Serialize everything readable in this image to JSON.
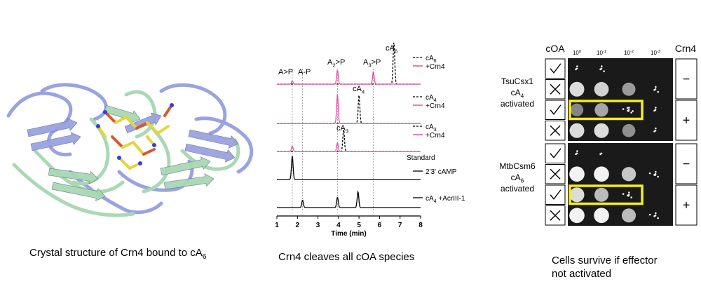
{
  "panel_a": {
    "caption_pre": "Crystal structure of Crn4 bound to cA",
    "caption_sub": "6",
    "colors": {
      "chain_a": "#9aa3e0",
      "chain_b": "#a9d9b3",
      "ligand_carbon": "#e5d43c",
      "ligand_o": "#d8572a",
      "ligand_n": "#3a3ae0"
    }
  },
  "panel_b": {
    "caption": "Crn4 cleaves all cOA species",
    "xlabel": "Time (min)",
    "xticks": [
      "1",
      "2",
      "3",
      "4",
      "5",
      "6",
      "7",
      "8"
    ],
    "peak_labels": [
      {
        "pre": "A>P",
        "sub": ""
      },
      {
        "pre": "A-P",
        "sub": ""
      },
      {
        "pre": "A",
        "sub": "2",
        "post": ">P"
      },
      {
        "pre": "A",
        "sub": "3",
        "post": ">P"
      },
      {
        "pre": "cA",
        "sub": "6",
        "post": ""
      },
      {
        "pre": "cA",
        "sub": "4",
        "post": ""
      },
      {
        "pre": "cA",
        "sub": "3",
        "post": ""
      }
    ],
    "standard_label": "Standard",
    "legends": [
      {
        "pre": "cA",
        "sub": "6",
        "second": "+Crn4"
      },
      {
        "pre": "cA",
        "sub": "4",
        "second": "+Crn4"
      },
      {
        "pre": "cA",
        "sub": "3",
        "second": "+Crn4"
      }
    ],
    "std_legends": [
      {
        "pre": "2'3' cAMP",
        "sub": "",
        "post": ""
      },
      {
        "pre": "cA",
        "sub": "4",
        "post": " +AcrIII-1"
      }
    ],
    "chart_data": {
      "type": "line",
      "xlabel": "Time (min)",
      "xlim": [
        1,
        8
      ],
      "series": [
        {
          "name": "cA6",
          "style": "dashed",
          "color": "#000000",
          "peaks": [
            [
              6.7,
              1.0
            ]
          ]
        },
        {
          "name": "+Crn4",
          "style": "solid",
          "color": "#e0559a",
          "peaks": [
            [
              1.75,
              0.08
            ],
            [
              3.95,
              0.33
            ],
            [
              5.7,
              0.3
            ]
          ]
        },
        {
          "name": "cA4",
          "style": "dashed",
          "color": "#000000",
          "peaks": [
            [
              5.0,
              0.75
            ]
          ]
        },
        {
          "name": "+Crn4",
          "style": "solid",
          "color": "#e0559a",
          "peaks": [
            [
              3.95,
              0.75
            ]
          ]
        },
        {
          "name": "cA3",
          "style": "dashed",
          "color": "#000000",
          "peaks": [
            [
              4.25,
              0.7
            ]
          ]
        },
        {
          "name": "+Crn4",
          "style": "solid",
          "color": "#e0559a",
          "peaks": [
            [
              1.75,
              0.17
            ],
            [
              3.95,
              0.27
            ]
          ]
        },
        {
          "name": "2'3' cAMP",
          "style": "solid",
          "color": "#000000",
          "peaks": [
            [
              1.75,
              0.85
            ]
          ]
        },
        {
          "name": "cA4 +AcrIII-1",
          "style": "solid",
          "color": "#000000",
          "peaks": [
            [
              2.25,
              0.3
            ],
            [
              3.95,
              0.42
            ],
            [
              4.95,
              0.65
            ]
          ]
        }
      ]
    }
  },
  "panel_c": {
    "caption_line1": "Cells survive if effector",
    "caption_line2": "not activated",
    "coa_header": "cOA",
    "crn4_header": "Crn4",
    "dilutions": [
      {
        "base": "10",
        "exp": "0"
      },
      {
        "base": "10",
        "exp": "-1"
      },
      {
        "base": "10",
        "exp": "-2"
      },
      {
        "base": "10",
        "exp": "-3"
      }
    ],
    "effectors": [
      {
        "line1": "TsuCsx1",
        "line2_pre": "cA",
        "line2_sub": "4",
        "line3": "activated",
        "minus": "−",
        "plus": "+"
      },
      {
        "line1": "MtbCsm6",
        "line2_pre": "cA",
        "line2_sub": "6",
        "line3": "activated",
        "minus": "−",
        "plus": "+"
      }
    ],
    "rows": [
      {
        "coa": "check",
        "spots": [
          0.1,
          0.15,
          0,
          0
        ],
        "highlight": false
      },
      {
        "coa": "cross",
        "spots": [
          0.85,
          0.8,
          0.55,
          0.15
        ],
        "highlight": false
      },
      {
        "coa": "check",
        "spots": [
          0.45,
          0.6,
          0.4,
          0.1
        ],
        "highlight": true
      },
      {
        "coa": "cross",
        "spots": [
          0.85,
          0.85,
          0.5,
          0.1
        ],
        "highlight": false
      },
      {
        "coa": "check",
        "spots": [
          0.1,
          0.05,
          0,
          0
        ],
        "highlight": false
      },
      {
        "coa": "cross",
        "spots": [
          0.95,
          0.95,
          0.75,
          0.3
        ],
        "highlight": false
      },
      {
        "coa": "check",
        "spots": [
          0.85,
          0.7,
          0.3,
          0
        ],
        "highlight": true
      },
      {
        "coa": "cross",
        "spots": [
          0.95,
          0.95,
          0.7,
          0.2
        ],
        "highlight": false
      }
    ],
    "colors": {
      "plate": "#1a1a1a",
      "colony": "#f2f2f2",
      "highlight": "#f5ee1a"
    }
  }
}
